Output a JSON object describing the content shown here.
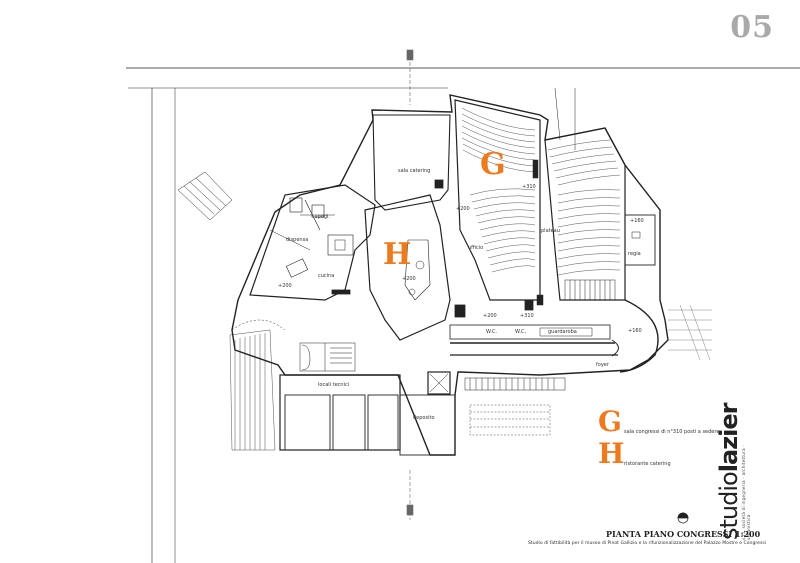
{
  "page": {
    "number": "05"
  },
  "rooms": {
    "sala_catering": "sala catering",
    "dispensa": "dispensa",
    "cucina": "cucina",
    "spogl": "spogl.",
    "ufficio": "ufficio",
    "plateau": "plateau",
    "regia": "regia",
    "guardaroba": "guardaroba",
    "wc": "W.C.",
    "wc2": "W.C.",
    "foyer": "foyer",
    "locali_tecnici": "locali tecnici",
    "deposito": "deposito"
  },
  "levels": {
    "a": "+200",
    "b": "+310",
    "c": "+160",
    "d": "+160",
    "e": "+200",
    "f": "+200",
    "g": "+200",
    "h": "+310"
  },
  "zones": {
    "g": "G",
    "h": "H"
  },
  "legend": {
    "g_letter": "G",
    "g_text": "sala congressi di n°310 posti a sedere",
    "h_letter": "H",
    "h_text": "ristorante catering"
  },
  "brand": {
    "name_light": "studio",
    "name_bold": "lazier",
    "tagline": "s.r.l. società di ingegneria · architettura · urbanistica"
  },
  "title": {
    "main": "PIANTA PIANO CONGRESSI 1:200",
    "sub": "Studio di fattibilità per il museo di Pinot Gallizio e la rifunzionalizzazione del Palazzo Mostre e Congressi"
  }
}
